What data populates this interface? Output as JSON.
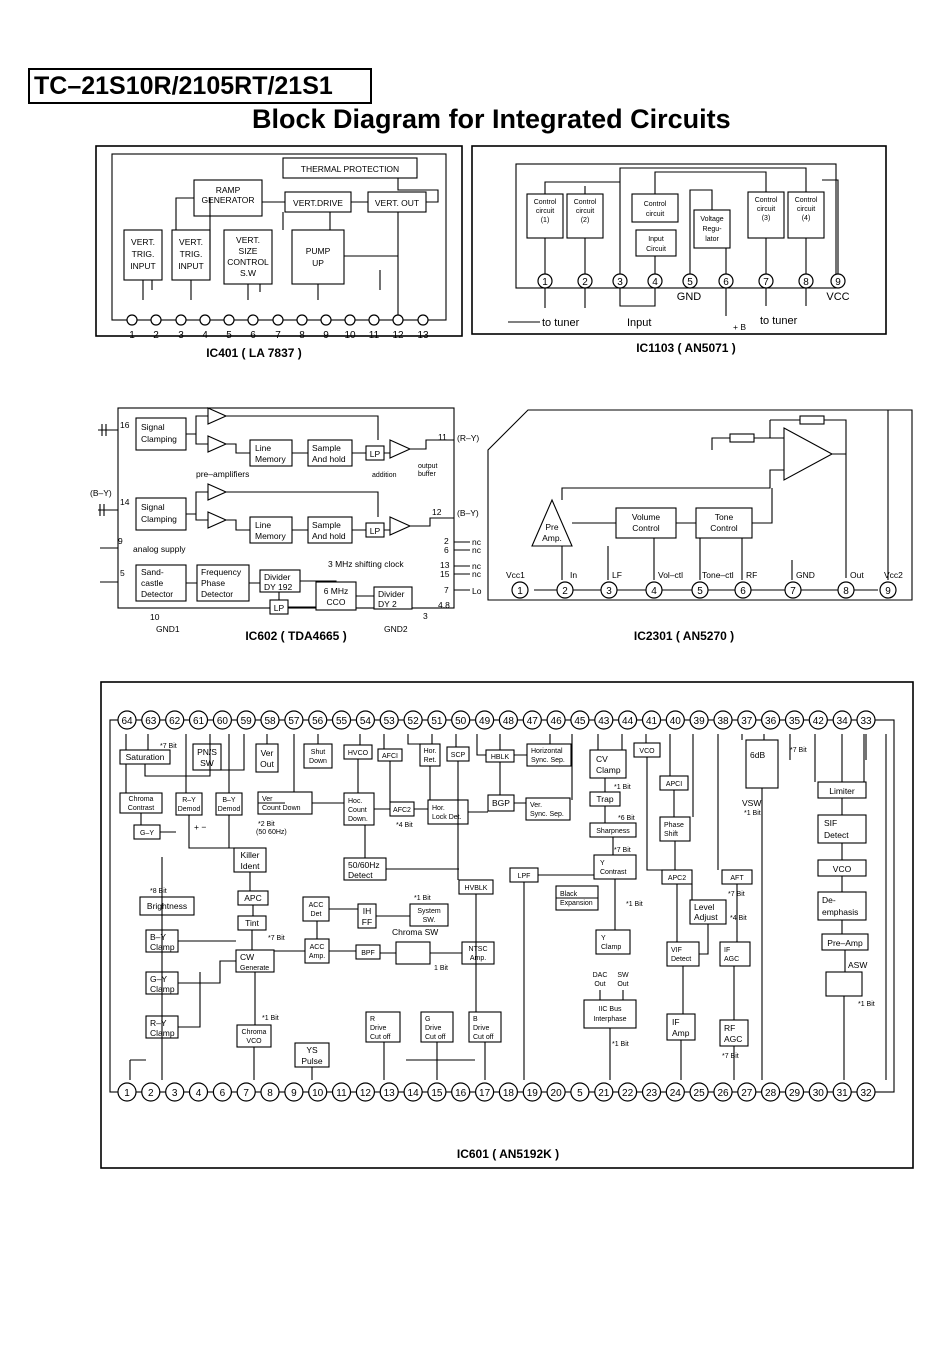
{
  "header": {
    "model": "TC–21S10R/2105RT/21S1",
    "title": "Block Diagram for Integrated Circuits"
  },
  "ic401": {
    "caption": "IC401 ( LA 7837 )",
    "thermal": "THERMAL PROTECTION",
    "ramp": [
      "RAMP",
      "GENERATOR"
    ],
    "drive": "VERT.DRIVE",
    "out": "VERT. OUT",
    "trig": [
      "VERT.",
      "TRIG.",
      "INPUT"
    ],
    "trig2": [
      "VERT.",
      "TRIG.",
      "INPUT"
    ],
    "size": [
      "VERT.",
      "SIZE",
      "CONTROL",
      "S.W"
    ],
    "pump": [
      "PUMP",
      "UP"
    ],
    "pins": [
      "1",
      "2",
      "3",
      "4",
      "5",
      "6",
      "7",
      "8",
      "9",
      "10",
      "11",
      "12",
      "13"
    ]
  },
  "ic1103": {
    "caption": "IC1103 ( AN5071 )",
    "cc1": [
      "Control",
      "circuit",
      "(1)"
    ],
    "cc2": [
      "Control",
      "circuit",
      "(2)"
    ],
    "cc": [
      "Control",
      "circuit"
    ],
    "cc3": [
      "Control",
      "circuit",
      "(3)"
    ],
    "cc4": [
      "Control",
      "circuit",
      "(4)"
    ],
    "input": [
      "Input",
      "Circuit"
    ],
    "vreg": [
      "Voltage",
      "Regu-",
      "lator"
    ],
    "gnd": "GND",
    "vcc": "VCC",
    "plusb": "+ B",
    "totuner1": "to tuner",
    "input_lbl": "Input",
    "totuner2": "to tuner",
    "pins": [
      "1",
      "2",
      "3",
      "4",
      "5",
      "6",
      "7",
      "8",
      "9"
    ]
  },
  "ic602": {
    "caption": "IC602 ( TDA4665 )",
    "sc": [
      "Signal",
      "Clamping"
    ],
    "lm": [
      "Line",
      "Memory"
    ],
    "sh": [
      "Sample",
      "And hold"
    ],
    "lp": "LP",
    "sand": [
      "Sand-",
      "castle",
      "Detector"
    ],
    "fpd": [
      "Frequency",
      "Phase",
      "Detector"
    ],
    "div192": [
      "Divider",
      "DY 192"
    ],
    "cco": [
      "6 MHz",
      "CCO"
    ],
    "div2": [
      "Divider",
      "DY 2"
    ],
    "ry": "(R–Y)",
    "by": "(B–Y)",
    "by_in": "(B–Y)",
    "preamps": "pre–amplifiers",
    "addition": "addition",
    "outbuf": [
      "output",
      "buffer"
    ],
    "analog": "analog supply",
    "shift": "3 MHz shifting clock",
    "nc": "nc",
    "lo": "Lo",
    "gnd1": "GND1",
    "gnd2": "GND2",
    "pins": [
      "16",
      "14",
      "9",
      "5",
      "10",
      "11",
      "12",
      "2",
      "6",
      "13",
      "15",
      "7",
      "3",
      "4.8"
    ]
  },
  "ic2301": {
    "caption": "IC2301 ( AN5270 )",
    "pre": [
      "Pre",
      "Amp."
    ],
    "vol": [
      "Volume",
      "Control"
    ],
    "tone": [
      "Tone",
      "Control"
    ],
    "labels": [
      "Vcc1",
      "In",
      "LF",
      "Vol–ctl",
      "Tone–ctl",
      "RF",
      "GND",
      "Out",
      "Vcc2"
    ],
    "pins": [
      "1",
      "2",
      "3",
      "4",
      "5",
      "6",
      "7",
      "8",
      "9"
    ]
  },
  "ic601": {
    "caption": "IC601 ( AN5192K )",
    "top_pins": [
      "64",
      "63",
      "62",
      "61",
      "60",
      "59",
      "58",
      "57",
      "56",
      "55",
      "54",
      "53",
      "52",
      "51",
      "50",
      "49",
      "48",
      "47",
      "46",
      "45",
      "43",
      "44",
      "41",
      "40",
      "39",
      "38",
      "37",
      "36",
      "35",
      "42",
      "34",
      "33"
    ],
    "bottom_pins": [
      "1",
      "2",
      "3",
      "4",
      "6",
      "7",
      "8",
      "9",
      "10",
      "11",
      "12",
      "13",
      "14",
      "15",
      "16",
      "17",
      "18",
      "19",
      "20",
      "5",
      "21",
      "22",
      "23",
      "24",
      "25",
      "26",
      "27",
      "28",
      "29",
      "30",
      "31",
      "32"
    ],
    "blocks": {
      "saturation": "Saturation",
      "pns": [
        "PN/S",
        "SW"
      ],
      "verout": [
        "Ver",
        "Out"
      ],
      "shut": [
        "Shut",
        "Down"
      ],
      "hvco": "HVCO",
      "afc1": "AFCI",
      "horret": [
        "Hor.",
        "Ret."
      ],
      "scp": "SCP",
      "hblk": "HBLK",
      "hsync": [
        "Horizontal",
        "Sync. Sep."
      ],
      "cvclamp": [
        "CV",
        "Clamp"
      ],
      "vco": "VCO",
      "sw6db": "6dB",
      "chroma": [
        "Chroma",
        "Contrast"
      ],
      "rydemod": [
        "R–Y",
        "Demod"
      ],
      "bydemod": [
        "B–Y",
        "Demod"
      ],
      "vercount": [
        "Ver",
        "Count Down"
      ],
      "hcount": [
        "Hoc.",
        "Count",
        "Down."
      ],
      "afc2": "AFC2",
      "hlock": [
        "Hor.",
        "Lock Det."
      ],
      "bgp": "BGP",
      "versync": [
        "Ver.",
        "Sync. Sep."
      ],
      "trap": "Trap",
      "apci": "APCI",
      "vsw": "VSW",
      "limiter": "Limiter",
      "gy": "G–Y",
      "sharp": "Sharpness",
      "phase": [
        "Phase",
        "Shift"
      ],
      "sif": [
        "SIF",
        "Detect"
      ],
      "killer": [
        "Killer",
        "Ident"
      ],
      "hz5060": [
        "50/60Hz",
        "Detect"
      ],
      "ycontrast": [
        "Y",
        "Contrast"
      ],
      "lpf": "LPF",
      "hvblk": "HVBLK",
      "apc2": "APC2",
      "aft": "AFT",
      "vco2": "VCO",
      "apc": "APC",
      "bright": "Brightness",
      "accdet": [
        "ACC",
        "Det"
      ],
      "ihff": [
        "IH",
        "FF"
      ],
      "syssw": [
        "System",
        "SW."
      ],
      "black": [
        "Black",
        "Expansion"
      ],
      "level": [
        "Level",
        "Adjust"
      ],
      "deemph": [
        "De-",
        "emphasis"
      ],
      "tint": "Tint",
      "byclamp": [
        "B–Y",
        "Clamp"
      ],
      "accamp": [
        "ACC",
        "Amp."
      ],
      "bpf": "BPF",
      "ntsc": [
        "NTSC",
        "Amp."
      ],
      "yclamp": [
        "Y",
        "Clamp"
      ],
      "vif": [
        "VIF",
        "Detect"
      ],
      "ifagc": [
        "IF",
        "AGC"
      ],
      "preamp": "Pre–Amp",
      "cwgen": [
        "CW",
        "Generate"
      ],
      "gyclamp": [
        "G–Y",
        "Clamp"
      ],
      "asw": "ASW",
      "ryclamp": [
        "R–Y",
        "Clamp"
      ],
      "chromavco": [
        "Chroma",
        "VCO"
      ],
      "rdrive": [
        "R",
        "Drive",
        "Cut off"
      ],
      "gdrive": [
        "G",
        "Drive",
        "Cut off"
      ],
      "bdrive": [
        "B",
        "Drive",
        "Cut off"
      ],
      "iic": [
        "IIC Bus",
        "Interphase"
      ],
      "ifamp": [
        "IF",
        "Amp"
      ],
      "rfagc": [
        "RF",
        "AGC"
      ],
      "yspulse": [
        "YS",
        "Pulse"
      ]
    },
    "notes": {
      "b7a": "*7 Bit",
      "b7b": "*7 Bit",
      "b1a": "*1 Bit",
      "b6": "*6 Bit",
      "b7c": "*7 Bit",
      "b1b": "*1 Bit",
      "b2": "*2 Bit",
      "hz": "(50 60Hz)",
      "b4": "*4 Bit",
      "b7d": "*7 Bit",
      "b8": "*8 Bit",
      "b1c": "*1 Bit",
      "b1d": "*1 Bit",
      "b4b": "*4 Bit",
      "b7e": "*7 Bit",
      "b1e": "1 Bit",
      "b1f": "*1 Bit",
      "b1g": "*1 Bit",
      "b7f": "*7 Bit",
      "chromasw": "Chroma SW",
      "dac": [
        "DAC",
        "Out"
      ],
      "sw": [
        "SW",
        "Out"
      ],
      "b1h": "*1 Bit"
    }
  }
}
